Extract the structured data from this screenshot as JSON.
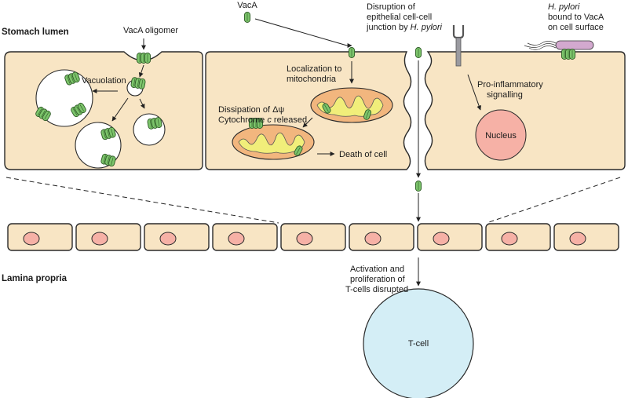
{
  "labels": {
    "stomach_lumen": "Stomach lumen",
    "lamina_propria": "Lamina propria",
    "vaca": "VacA",
    "vaca_oligomer": "VacA oligomer",
    "vacuolation": "Vacuolation",
    "localization_line1": "Localization to",
    "localization_line2": "mitochondria",
    "dissipation_line1": "Dissipation of Δψ",
    "dissipation_line2_pre": "Cytochrome ",
    "dissipation_line2_italic": "c",
    "dissipation_line2_post": " released",
    "death_of_cell": "Death of cell",
    "disruption_line1": "Disruption of",
    "disruption_line2": "epithelial cell-cell",
    "disruption_line3_pre": "junction by ",
    "disruption_line3_italic": "H. pylori",
    "hpylori_line1": "H. pylori",
    "hpylori_line2": "bound to VacA",
    "hpylori_line3": "on cell surface",
    "proinflammatory_line1": "Pro-inflammatory",
    "proinflammatory_line2": "signalling",
    "nucleus": "Nucleus",
    "activation_line1": "Activation and",
    "activation_line2": "proliferation of",
    "activation_line3": "T-cells disrupted",
    "tcell": "T-cell"
  },
  "colors": {
    "cell_fill": "#f8e5c4",
    "nucleus_fill": "#f6b1a6",
    "tcell_fill": "#d4eef6",
    "vaca_green": "#7cc46b",
    "mito_fill": "#f2b67e",
    "cristae_fill": "#f1ee7a"
  },
  "icons": {
    "vaca_toxin": "green-pill-glyph",
    "receptor": "y-shaped-receptor",
    "bacterium": "flagellated-rod"
  }
}
